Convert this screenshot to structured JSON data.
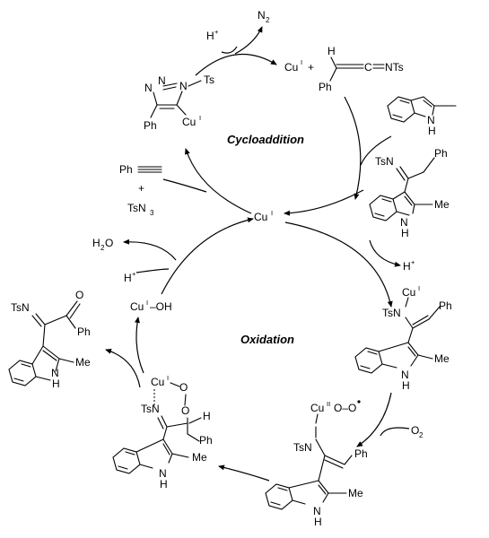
{
  "scheme": {
    "cycle_labels": {
      "cycloaddition": "Cycloaddition",
      "oxidation": "Oxidation"
    },
    "center": {
      "cu": "Cu",
      "cu_ox": "I"
    },
    "top": {
      "h_plus": "H",
      "plus_sign": "+",
      "n2": "N",
      "n2_sub": "2",
      "cu": "Cu",
      "cu_ox": "I",
      "plus": "+",
      "ketenimine_h": "H",
      "ketenimine_c": "C",
      "ketenimine_nts": "NTs",
      "ketenimine_ph": "Ph"
    },
    "triazole": {
      "n1": "N",
      "n2": "N",
      "n3": "N",
      "ts": "Ts",
      "ph": "Ph",
      "cu": "Cu",
      "cu_ox": "I"
    },
    "reagents": {
      "ph": "Ph",
      "plus": "+",
      "tsn": "TsN",
      "tsn_sub": "3"
    },
    "indole_start": {
      "nh_n": "N",
      "nh_h": "H"
    },
    "amidine": {
      "tsn": "TsN",
      "ph": "Ph",
      "me": "Me",
      "nh_n": "N",
      "nh_h": "H"
    },
    "h_out": {
      "h": "H",
      "plus": "+"
    },
    "cu_enamide": {
      "tsn": "TsN",
      "cu": "Cu",
      "cu_ox": "I",
      "ph": "Ph",
      "me": "Me",
      "nh_n": "N",
      "nh_h": "H"
    },
    "o2": {
      "o": "O",
      "sub": "2"
    },
    "peroxo": {
      "cu": "Cu",
      "cu_ox": "II",
      "oo": "O–O",
      "tsn": "TsN",
      "ph": "Ph",
      "me": "Me",
      "nh_n": "N",
      "nh_h": "H"
    },
    "dioxetane": {
      "cu": "Cu",
      "cu_ox": "I",
      "o1": "O",
      "o2": "O",
      "tsn": "TsN",
      "h": "H",
      "ph": "Ph",
      "me": "Me",
      "nh_n": "N",
      "nh_h": "H"
    },
    "product": {
      "tsn": "TsN",
      "o": "O",
      "ph": "Ph",
      "me": "Me",
      "nh_n": "N",
      "nh_h": "H"
    },
    "cuoh": {
      "cu": "Cu",
      "cu_ox": "I",
      "oh": "–OH"
    },
    "h_in": {
      "h": "H",
      "plus": "+"
    },
    "water": {
      "h": "H",
      "sub": "2",
      "o": "O"
    }
  }
}
